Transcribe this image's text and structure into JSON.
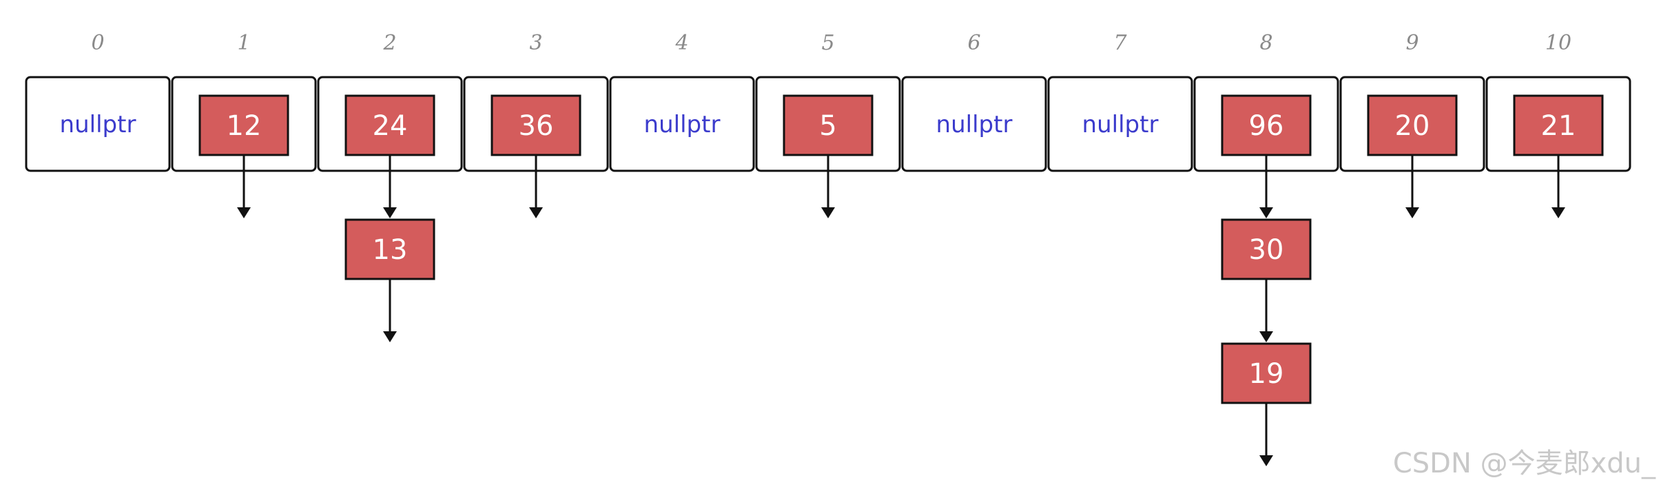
{
  "indices": [
    "0",
    "1",
    "2",
    "3",
    "4",
    "5",
    "6",
    "7",
    "8",
    "9",
    "10"
  ],
  "buckets": [
    {
      "index": "0",
      "null_label": "nullptr",
      "chain": []
    },
    {
      "index": "1",
      "null_label": "",
      "chain": [
        "12"
      ]
    },
    {
      "index": "2",
      "null_label": "",
      "chain": [
        "24",
        "13"
      ]
    },
    {
      "index": "3",
      "null_label": "",
      "chain": [
        "36"
      ]
    },
    {
      "index": "4",
      "null_label": "nullptr",
      "chain": []
    },
    {
      "index": "5",
      "null_label": "",
      "chain": [
        "5"
      ]
    },
    {
      "index": "6",
      "null_label": "nullptr",
      "chain": []
    },
    {
      "index": "7",
      "null_label": "nullptr",
      "chain": []
    },
    {
      "index": "8",
      "null_label": "",
      "chain": [
        "96",
        "30",
        "19"
      ]
    },
    {
      "index": "9",
      "null_label": "",
      "chain": [
        "20"
      ]
    },
    {
      "index": "10",
      "null_label": "",
      "chain": [
        "21"
      ]
    }
  ],
  "colors": {
    "node_fill": "#d45c5c",
    "null_text": "#3b3bcc",
    "index_text": "#8a8a8a",
    "border": "#111111",
    "watermark": "#c8c8c8"
  },
  "watermark": "CSDN @今麦郎xdu_"
}
